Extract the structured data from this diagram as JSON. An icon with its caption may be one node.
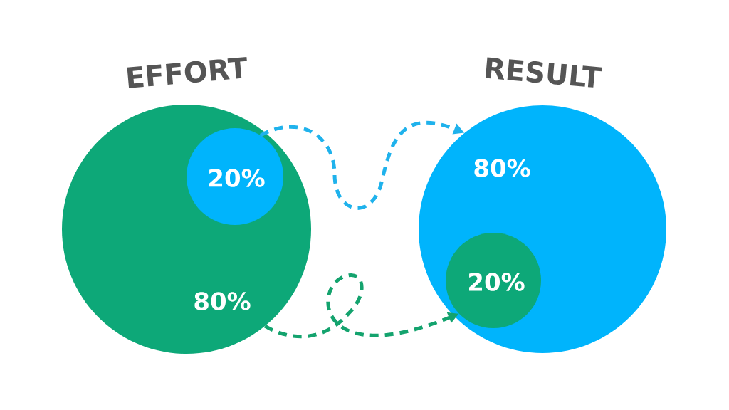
{
  "diagram": {
    "nodes": [
      {
        "text": [
          "EFFORT",
          "80%"
        ]
      },
      {
        "text": [
          "20%"
        ],
        "in": 0
      },
      {
        "text": [
          "RESULT",
          "80%"
        ]
      },
      {
        "text": [
          "20%"
        ],
        "in": 2
      }
    ],
    "edges": [
      {
        "from": 1,
        "to": 2,
        "arrow": "to",
        "style": "dashed",
        "color": "#1fb2ec"
      },
      {
        "from": 0,
        "to": 3,
        "arrow": "to",
        "style": "dashed",
        "color": "#14a36e"
      }
    ]
  }
}
